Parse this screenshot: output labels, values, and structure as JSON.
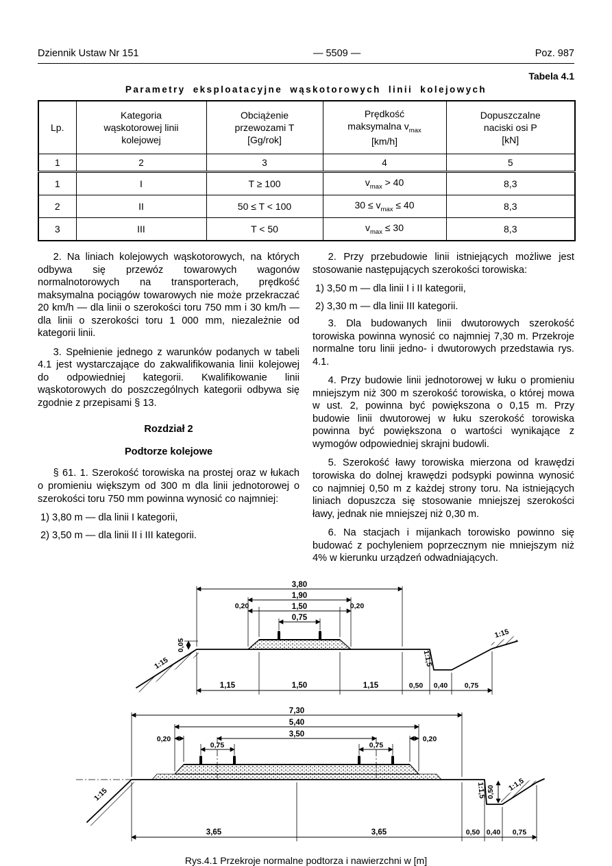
{
  "header": {
    "journal": "Dziennik Ustaw Nr 151",
    "page": "— 5509 —",
    "position": "Poz. 987"
  },
  "table": {
    "label": "Tabela 4.1",
    "title": "Parametry eksploatacyjne wąskotorowych linii kolejowych",
    "head": {
      "lp": "Lp.",
      "category": [
        "Kategoria",
        "wąskotorowej linii",
        "kolejowej"
      ],
      "load": [
        "Obciążenie",
        "przewozami T",
        "[Gg/rok]"
      ],
      "speed": {
        "l1": "Prędkość",
        "l2a": "maksymalna v",
        "l2b": "max",
        "l3": "[km/h]"
      },
      "axle": [
        "Dopuszczalne",
        "naciski osi P",
        "[kN]"
      ]
    },
    "numbering": [
      "1",
      "2",
      "3",
      "4",
      "5"
    ],
    "rows": [
      {
        "lp": "1",
        "category": "I",
        "load": "T ≥ 100",
        "v_pre": "v",
        "v_sub": "max",
        "v_post": " > 40",
        "axle": "8,3"
      },
      {
        "lp": "2",
        "category": "II",
        "load": "50 ≤ T < 100",
        "v_pre": "30 ≤ v",
        "v_sub": "max",
        "v_post": " ≤ 40",
        "axle": "8,3"
      },
      {
        "lp": "3",
        "category": "III",
        "load": "T < 50",
        "v_pre": "v",
        "v_sub": "max",
        "v_post": " ≤ 30",
        "axle": "8,3"
      }
    ]
  },
  "left_column": {
    "p2": "2. Na liniach kolejowych wąskotorowych, na których odbywa się przewóz towarowych wagonów normalnotorowych na transporterach, prędkość maksymalna pociągów towarowych nie może przekraczać 20 km/h — dla linii o szerokości toru 750 mm i 30 km/h —dla linii o szerokości toru 1 000 mm, niezależnie od kategorii linii.",
    "p3": "3. Spełnienie jednego z warunków podanych w tabeli 4.1 jest wystarczające do zakwalifikowania linii kolejowej do odpowiedniej kategorii. Kwalifikowanie linii wąskotorowych do poszczególnych kategorii odbywa się zgodnie z przepisami § 13.",
    "chapter_heading": "Rozdział 2",
    "chapter_title": "Podtorze kolejowe",
    "p61": "§ 61. 1. Szerokość torowiska na prostej oraz w łukach o promieniu większym od 300 m dla linii jednotorowej o szerokości toru 750 mm powinna wynosić co najmniej:",
    "item1": "1) 3,80 m — dla linii I kategorii,",
    "item2": "2) 3,50 m — dla linii II i III kategorii."
  },
  "right_column": {
    "p2": "2. Przy przebudowie linii istniejących możliwe jest stosowanie następujących szerokości torowiska:",
    "item1": "1) 3,50 m — dla linii I i II kategorii,",
    "item2": "2) 3,30 m — dla linii III kategorii.",
    "p3": "3. Dla budowanych linii dwutorowych szerokość torowiska powinna wynosić co najmniej 7,30 m. Przekroje normalne toru linii jedno- i dwutorowych przedstawia rys. 4.1.",
    "p4": "4. Przy budowie linii jednotorowej w łuku o promieniu mniejszym niż 300 m szerokość torowiska, o której mowa w ust. 2, powinna być powiększona o 0,15 m. Przy budowie linii dwutorowej w łuku szerokość torowiska powinna być powiększona o wartości wynikające z wymogów odpowiedniej skrajni budowli.",
    "p5": "5. Szerokość ławy torowiska mierzona od krawędzi torowiska do dolnej krawędzi podsypki powinna wynosić co najmniej 0,50 m z każdej strony toru. Na istniejących liniach dopuszcza się stosowanie mniejszej szerokości ławy, jednak nie mniejszej niż 0,30 m.",
    "p6": "6. Na stacjach i mijankach torowisko powinno się budować z pochyleniem poprzecznym nie mniejszym niż 4% w kierunku urządzeń odwadniających."
  },
  "figure": {
    "caption": "Rys.4.1 Przekroje normalne podtorza i nawierzchni w [m]",
    "d1": {
      "dim_total": "3,80",
      "dim_ballast_base": "1,90",
      "dim_offset_left": "0,20",
      "dim_ballast_top": "1,50",
      "dim_offset_right": "0,20",
      "dim_gauge": "0,75",
      "dim_crossfall": "0,05",
      "slope_left": "1:15",
      "slope_ditch": "1:1,5",
      "slope_right": "1:15",
      "bottom_dims": [
        "1,15",
        "1,50",
        "1,15",
        "0,50",
        "0,40",
        "0,75"
      ]
    },
    "d2": {
      "dim_total": "7,30",
      "dim_ballast_base": "5,40",
      "dim_offset_left": "0,20",
      "dim_track_spacing": "3,50",
      "dim_offset_right": "0,20",
      "dim_gauge_left": "0,75",
      "dim_gauge_right": "0,75",
      "slope_left": "1:15",
      "slope_ditch": "1:1,5",
      "slope_right": "1:1,5",
      "dim_ditch_depth": "0,50",
      "bottom_dims": [
        "3,65",
        "3,65",
        "0,50",
        "0,40",
        "0,75"
      ]
    }
  }
}
